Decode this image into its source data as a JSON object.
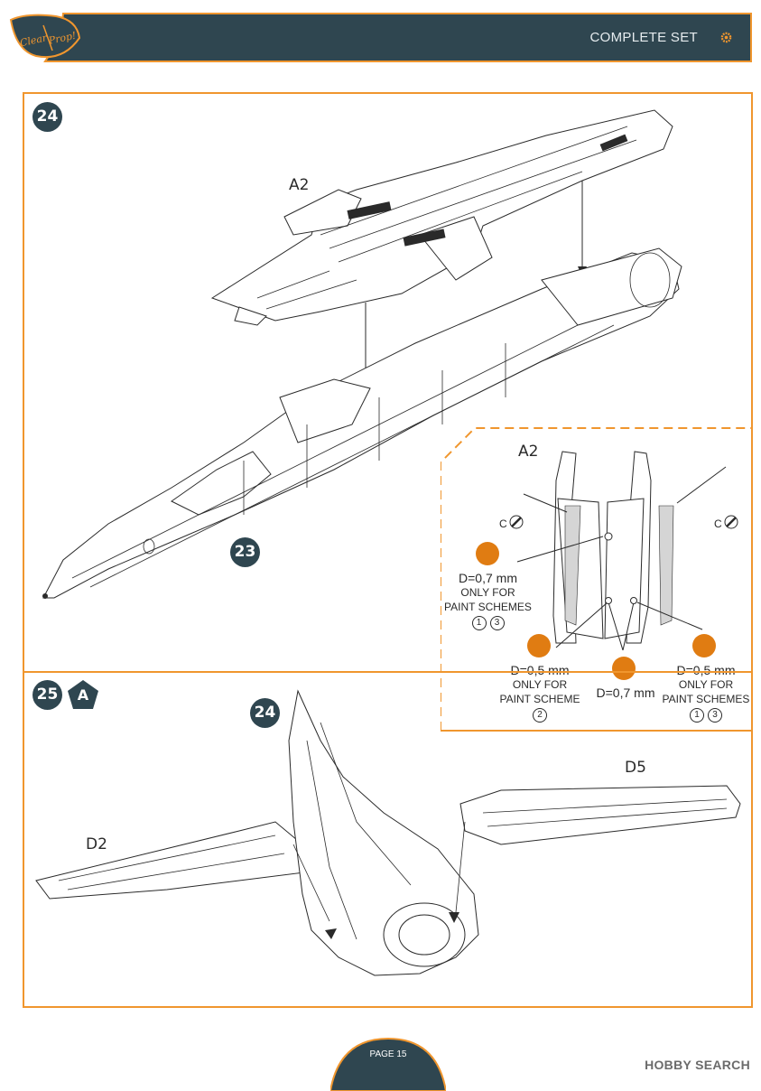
{
  "header": {
    "logo_text": "Clear Prop!",
    "title": "COMPLETE SET"
  },
  "steps": {
    "step24": {
      "number": "24",
      "part_a2": "A2",
      "subassembly": "23"
    },
    "step25": {
      "number": "25",
      "variant": "A",
      "subassembly": "24",
      "part_d2": "D2",
      "part_d5": "D5"
    }
  },
  "detail": {
    "part": "A2",
    "cement_left": "C",
    "cement_right": "C",
    "hole1": {
      "size": "D=0,7 mm",
      "l1": "ONLY FOR",
      "l2": "PAINT SCHEMES",
      "schemes": [
        "1",
        "3"
      ]
    },
    "hole2": {
      "size": "D=0,5 mm",
      "l1": "ONLY FOR",
      "l2": "PAINT SCHEME",
      "schemes": [
        "2"
      ]
    },
    "hole3": {
      "size": "D=0,7 mm"
    },
    "hole4": {
      "size": "D=0,5 mm",
      "l1": "ONLY FOR",
      "l2": "PAINT SCHEMES",
      "schemes": [
        "1",
        "3"
      ]
    }
  },
  "footer": {
    "page": "PAGE 15",
    "watermark": "HOBBY SEARCH"
  },
  "colors": {
    "accent": "#f0962e",
    "header_bg": "#2f4650",
    "drill": "#e07c12"
  },
  "icons": [
    "gear-icon",
    "drill-icon",
    "cement-icon"
  ]
}
